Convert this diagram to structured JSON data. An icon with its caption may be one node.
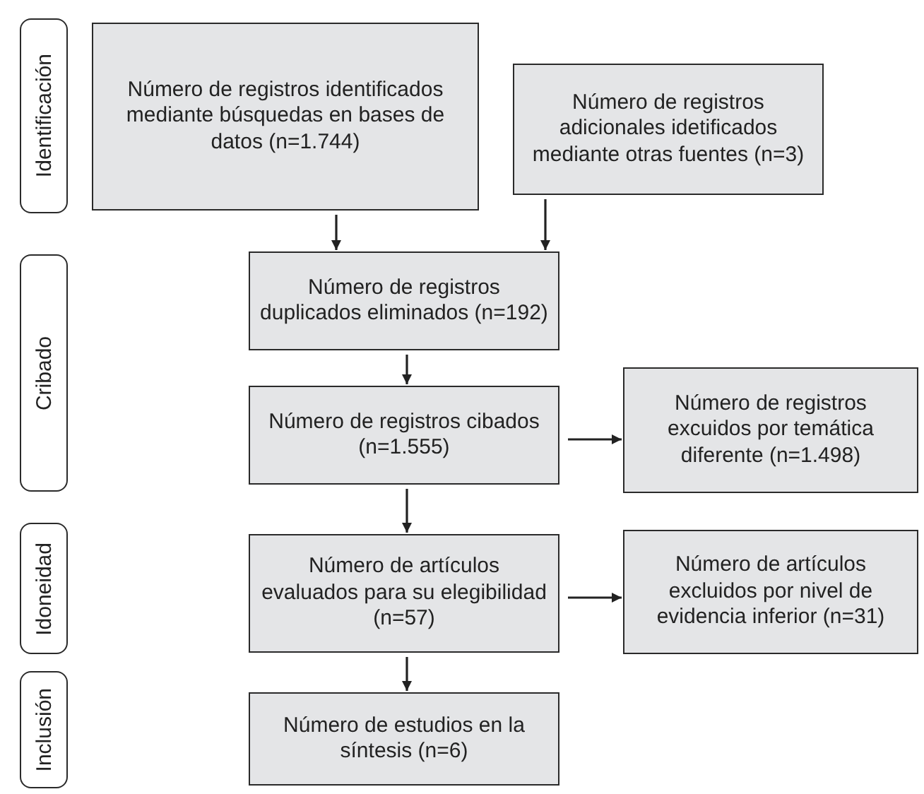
{
  "diagram": {
    "nodes": [
      {
        "text": [
          "Identificación"
        ]
      },
      {
        "text": [
          "Número de registros identificados mediante búsquedas en bases de datos (n=1.744)"
        ]
      },
      {
        "text": [
          "Número de registros adicionales idetificados mediante otras fuentes (n=3)"
        ]
      },
      {
        "text": [
          "Cribado"
        ]
      },
      {
        "text": [
          "Número de registros duplicados eliminados (n=192)"
        ]
      },
      {
        "text": [
          "Número de registros cibados (n=1.555)"
        ]
      },
      {
        "text": [
          "Número de registros excuidos por temática diferente (n=1.498)"
        ]
      },
      {
        "text": [
          "Idoneidad"
        ]
      },
      {
        "text": [
          "Número de artículos evaluados para su elegibilidad (n=57)"
        ]
      },
      {
        "text": [
          "Número de artículos excluidos por nivel de evidencia inferior (n=31)"
        ]
      },
      {
        "text": [
          "Inclusión"
        ]
      },
      {
        "text": [
          "Número de estudios en la síntesis (n=6)"
        ]
      }
    ],
    "edges": [
      {
        "from": 1,
        "to": 4,
        "arrow": "to"
      },
      {
        "from": 2,
        "to": 4,
        "arrow": "to"
      },
      {
        "from": 4,
        "to": 5,
        "arrow": "to"
      },
      {
        "from": 5,
        "to": 6,
        "arrow": "to"
      },
      {
        "from": 5,
        "to": 8,
        "arrow": "to"
      },
      {
        "from": 8,
        "to": 9,
        "arrow": "to"
      },
      {
        "from": 8,
        "to": 11,
        "arrow": "to"
      }
    ]
  }
}
